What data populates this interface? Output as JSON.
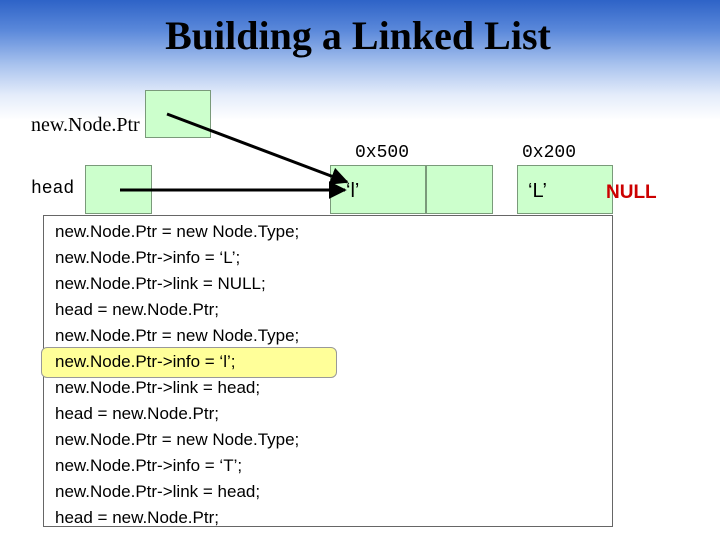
{
  "title": "Building a Linked List",
  "labels": {
    "newNodePtr": "new.Node.Ptr",
    "head": "head",
    "addr1": "0x500",
    "addr2": "0x200"
  },
  "nodes": {
    "node1_info": "‘l’",
    "node2_info": "‘L’",
    "null_text": "NULL"
  },
  "code_lines": [
    "new.Node.Ptr = new Node.Type;",
    "new.Node.Ptr->info = ‘L’;",
    "new.Node.Ptr->link = NULL;",
    "head = new.Node.Ptr;",
    "new.Node.Ptr = new Node.Type;",
    "new.Node.Ptr->info = ‘l’;",
    "new.Node.Ptr->link = head;",
    "head = new.Node.Ptr;",
    "new.Node.Ptr = new Node.Type;",
    "new.Node.Ptr->info = ‘T’;",
    "new.Node.Ptr->link = head;",
    "head = new.Node.Ptr;"
  ],
  "highlighted_line": 6,
  "colors": {
    "box_fill": "#ccffcc",
    "highlight": "#ffff99",
    "null": "#cc0000"
  }
}
